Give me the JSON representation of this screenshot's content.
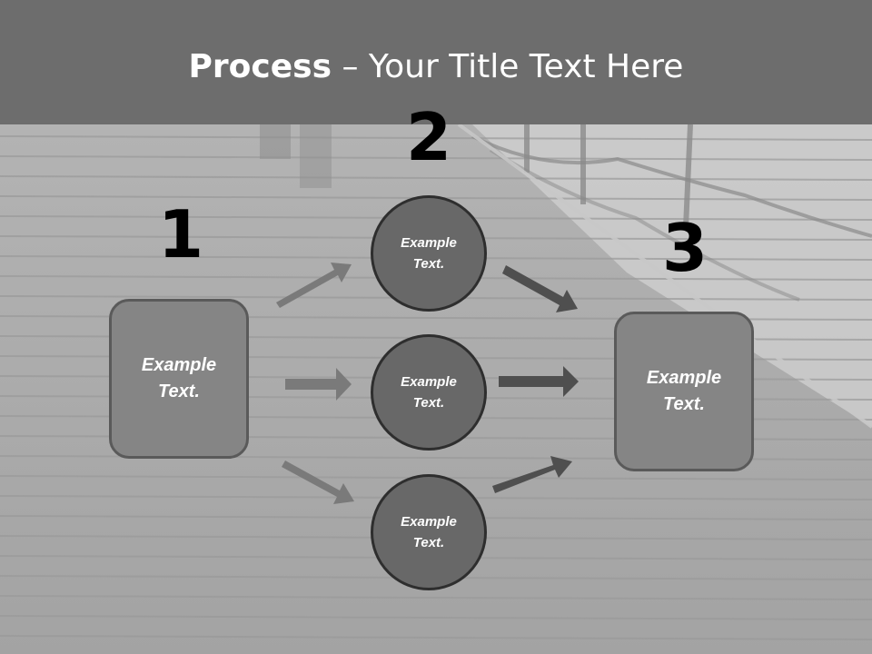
{
  "title": {
    "bold": "Process",
    "rest": " – Your Title Text Here"
  },
  "steps": [
    "1",
    "2",
    "3"
  ],
  "left_box": {
    "label": "Example\nText."
  },
  "circles": [
    {
      "label": "Example\nText."
    },
    {
      "label": "Example\nText."
    },
    {
      "label": "Example\nText."
    }
  ],
  "right_box": {
    "label": "Example\nText."
  },
  "colors": {
    "title_bar": "#6d6d6d",
    "box_fill": "#858585",
    "circle_fill": "#686868",
    "arrow_light": "#7a7a7a",
    "arrow_dark": "#4f4f4f"
  }
}
